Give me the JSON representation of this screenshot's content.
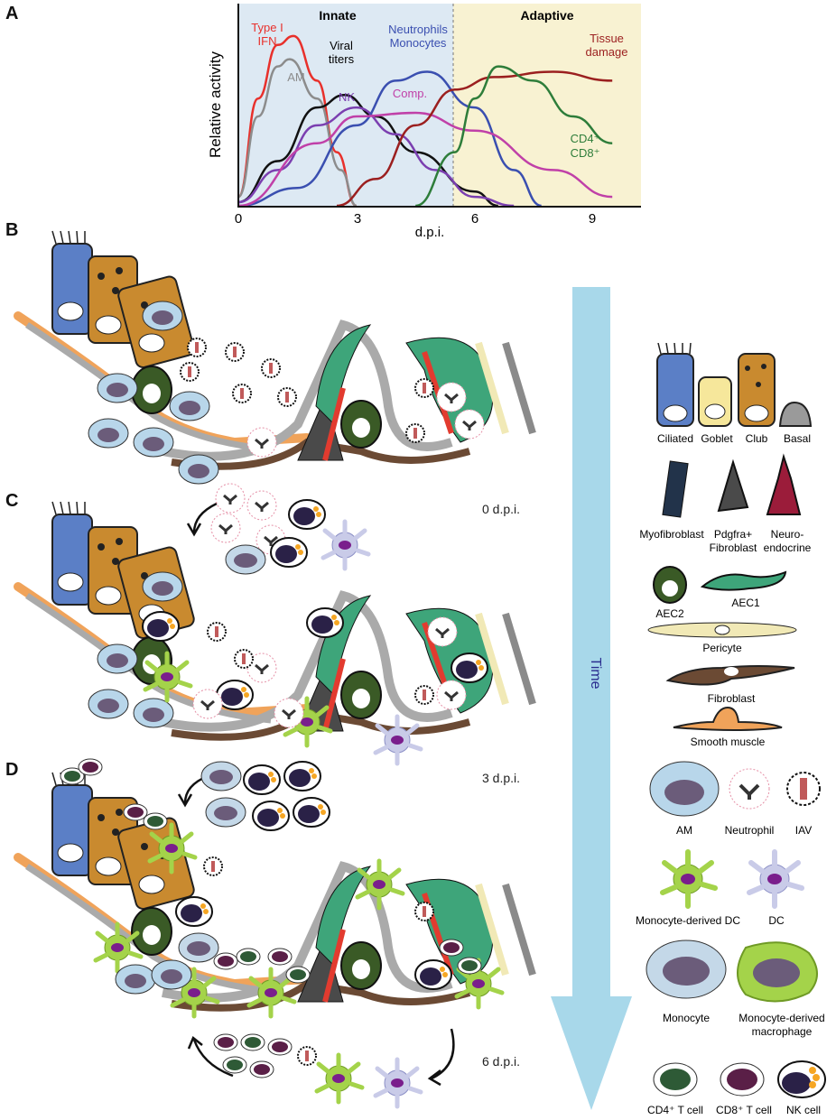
{
  "panels": {
    "a": "A",
    "b": "B",
    "c": "C",
    "d": "D"
  },
  "chart": {
    "innate": "Innate",
    "adaptive": "Adaptive",
    "ylabel": "Relative activity",
    "xlabel": "d.p.i.",
    "xticks": [
      "0",
      "3",
      "6",
      "9"
    ],
    "curve_labels": {
      "ifn_1": "Type I",
      "ifn_2": "IFN",
      "am": "AM",
      "viral_1": "Viral",
      "viral_2": "titers",
      "nk": "NK",
      "neut_1": "Neutrophils",
      "neut_2": "Monocytes",
      "comp": "Comp.",
      "tissue_1": "Tissue",
      "tissue_2": "damage",
      "tcell_1": "CD4⁺",
      "tcell_2": "CD8⁺"
    },
    "colors": {
      "ifn": "#e8302b",
      "am": "#8c8c8c",
      "viral": "#111111",
      "nk": "#7b3fb0",
      "neut": "#3a4fb0",
      "comp": "#c040a8",
      "tissue": "#9b1f1f",
      "tcell": "#2e7d3a",
      "innate_bg": "#dde9f3",
      "adaptive_bg": "#f8f2d2"
    }
  },
  "chart_data": {
    "type": "line",
    "xlabel": "d.p.i.",
    "ylabel": "Relative activity",
    "xlim": [
      0,
      10
    ],
    "ylim": [
      0,
      1
    ],
    "series": [
      {
        "name": "Type I IFN",
        "x": [
          0,
          0.5,
          1,
          1.4,
          2,
          2.5,
          3
        ],
        "y": [
          0.05,
          0.6,
          0.9,
          0.95,
          0.7,
          0.3,
          0.0
        ]
      },
      {
        "name": "AM",
        "x": [
          0,
          0.5,
          1,
          1.3,
          2,
          2.6,
          3
        ],
        "y": [
          0.05,
          0.5,
          0.78,
          0.82,
          0.6,
          0.2,
          0.0
        ]
      },
      {
        "name": "Viral titers",
        "x": [
          0,
          1,
          2,
          2.7,
          3.5,
          4.5,
          6,
          6.6
        ],
        "y": [
          0.02,
          0.25,
          0.55,
          0.62,
          0.5,
          0.3,
          0.08,
          0.0
        ]
      },
      {
        "name": "NK",
        "x": [
          0,
          1,
          2,
          3,
          4,
          5,
          6,
          7
        ],
        "y": [
          0.02,
          0.2,
          0.45,
          0.55,
          0.4,
          0.2,
          0.05,
          0.0
        ]
      },
      {
        "name": "Neutrophils Monocytes",
        "x": [
          0,
          1.5,
          3,
          4,
          4.8,
          6,
          7,
          7.7
        ],
        "y": [
          0.0,
          0.1,
          0.45,
          0.7,
          0.75,
          0.55,
          0.2,
          0.0
        ]
      },
      {
        "name": "Comp.",
        "x": [
          0,
          2,
          3,
          4.5,
          6,
          8,
          9.5
        ],
        "y": [
          0.0,
          0.35,
          0.5,
          0.52,
          0.42,
          0.2,
          0.05
        ]
      },
      {
        "name": "Tissue damage",
        "x": [
          2.5,
          3.5,
          4.5,
          5.5,
          6.5,
          8,
          9.5
        ],
        "y": [
          0.0,
          0.15,
          0.45,
          0.65,
          0.72,
          0.75,
          0.7
        ]
      },
      {
        "name": "CD4+ CD8+",
        "x": [
          4.5,
          5.5,
          6,
          6.6,
          7.5,
          8.5,
          9.5
        ],
        "y": [
          0.0,
          0.3,
          0.6,
          0.78,
          0.7,
          0.5,
          0.35
        ]
      }
    ]
  },
  "time_arrow": "Time",
  "stages": {
    "b": "0 d.p.i.",
    "c": "3 d.p.i.",
    "d": "6 d.p.i."
  },
  "legend": {
    "ciliated": "Ciliated",
    "goblet": "Goblet",
    "club": "Club",
    "basal": "Basal",
    "myofibroblast": "Myofibroblast",
    "pdgfra_1": "Pdgfra+",
    "pdgfra_2": "Fibroblast",
    "neuro_1": "Neuro-",
    "neuro_2": "endocrine",
    "aec2": "AEC2",
    "aec1": "AEC1",
    "pericyte": "Pericyte",
    "fibroblast": "Fibroblast",
    "smooth_muscle": "Smooth muscle",
    "am": "AM",
    "neutrophil": "Neutrophil",
    "iav": "IAV",
    "mono_dc": "Monocyte-derived DC",
    "dc": "DC",
    "monocyte": "Monocyte",
    "mono_mac_1": "Monocyte-derived",
    "mono_mac_2": "macrophage",
    "cd4": "CD4⁺ T cell",
    "cd8": "CD8⁺ T cell",
    "nk": "NK cell"
  }
}
